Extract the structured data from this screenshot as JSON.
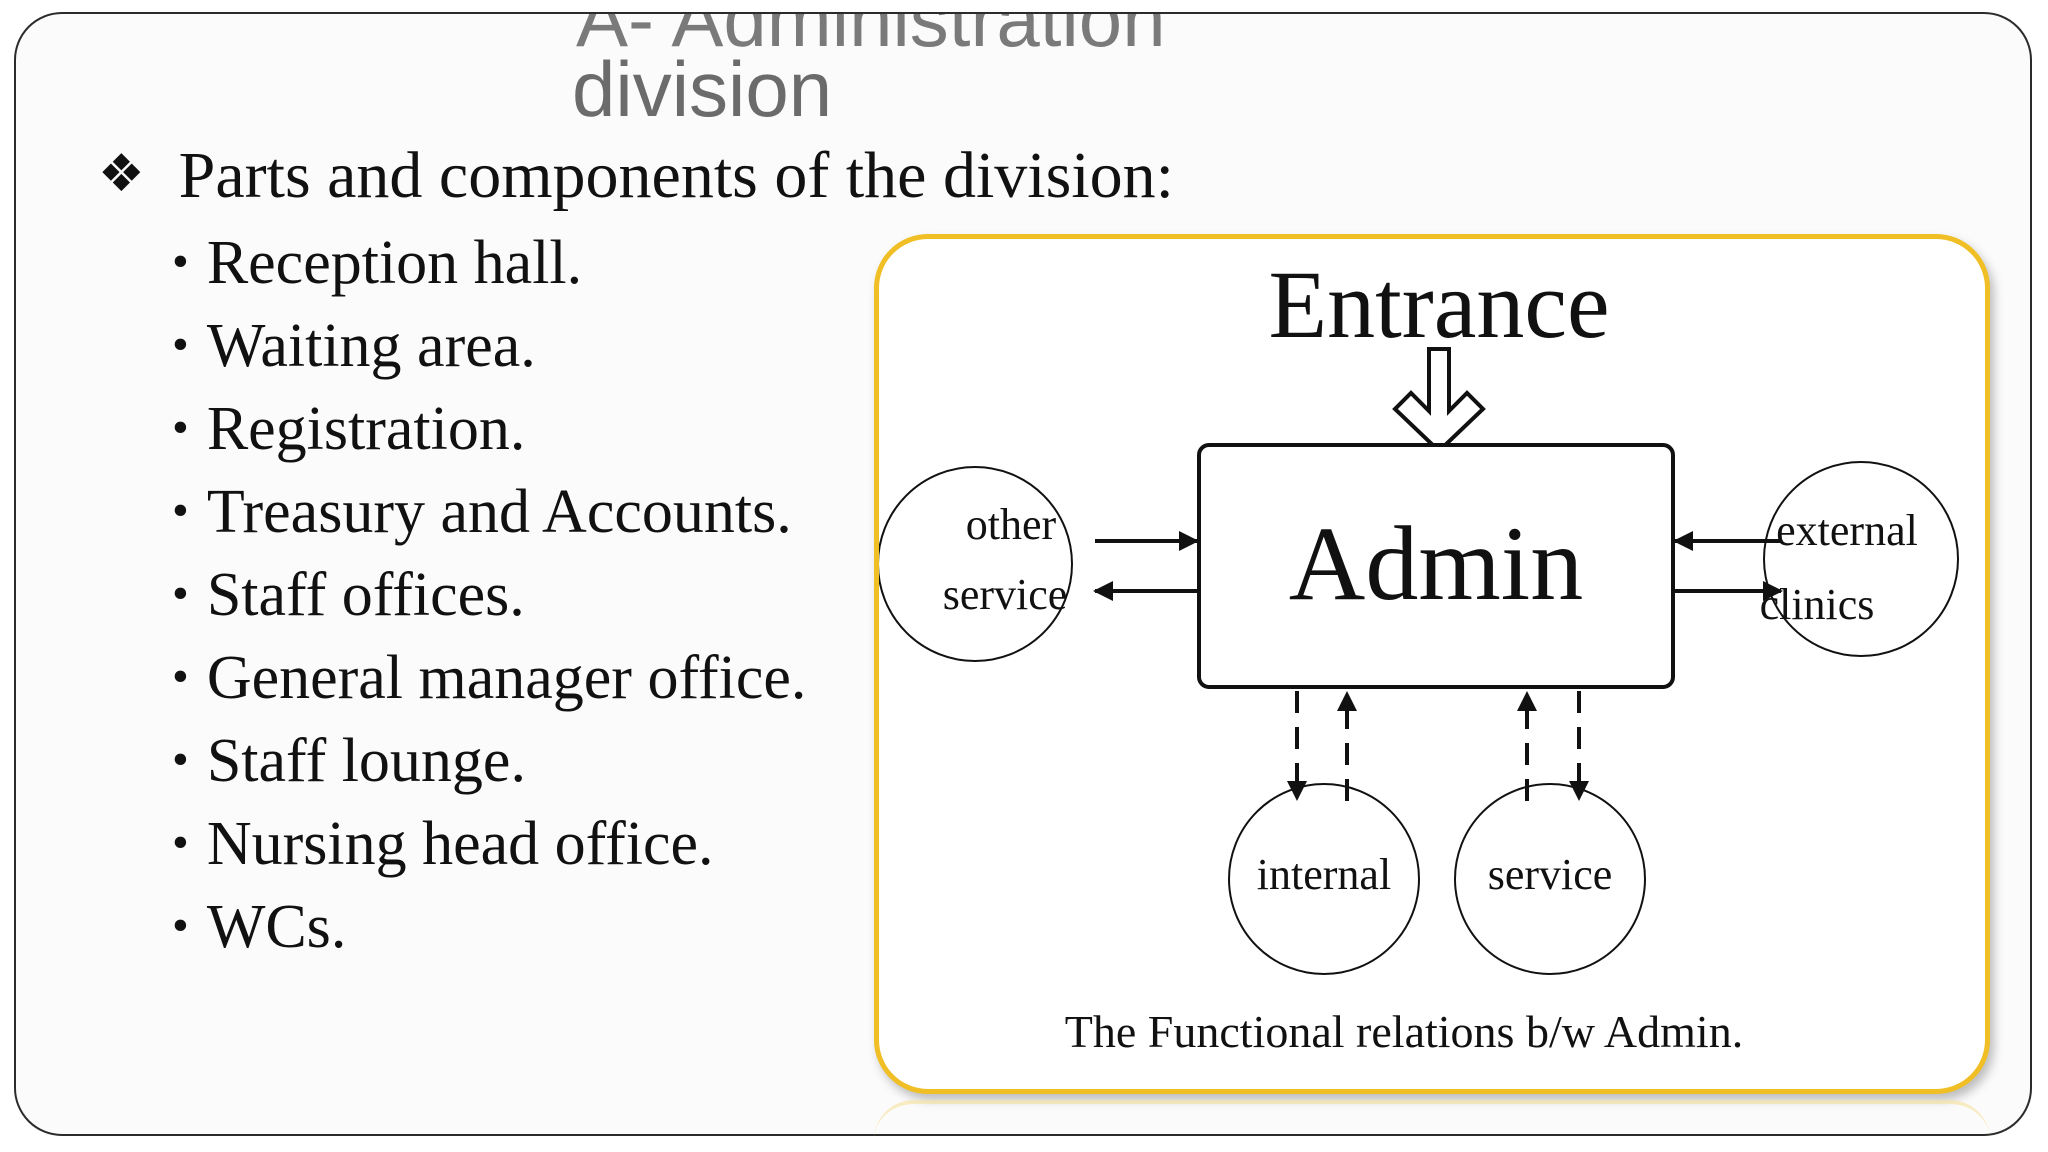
{
  "slide": {
    "title_partial": "A- Administration",
    "title": "division",
    "main_bullet_symbol": "❖",
    "main_bullet": "Parts and components of the division:",
    "items": [
      "Reception hall.",
      "Waiting area.",
      "Registration.",
      "Treasury and Accounts.",
      "Staff offices.",
      "General manager office.",
      "Staff lounge.",
      "Nursing head office.",
      "WCs."
    ]
  },
  "diagram": {
    "entrance": "Entrance",
    "admin": "Admin",
    "other_service_line1": "other",
    "other_service_line2": "service",
    "external_clinics_line1": "external",
    "external_clinics_line2": "clinics",
    "internal": "internal",
    "service": "service",
    "caption": "The Functional relations b/w Admin.",
    "frame_color": "#f0be25"
  }
}
